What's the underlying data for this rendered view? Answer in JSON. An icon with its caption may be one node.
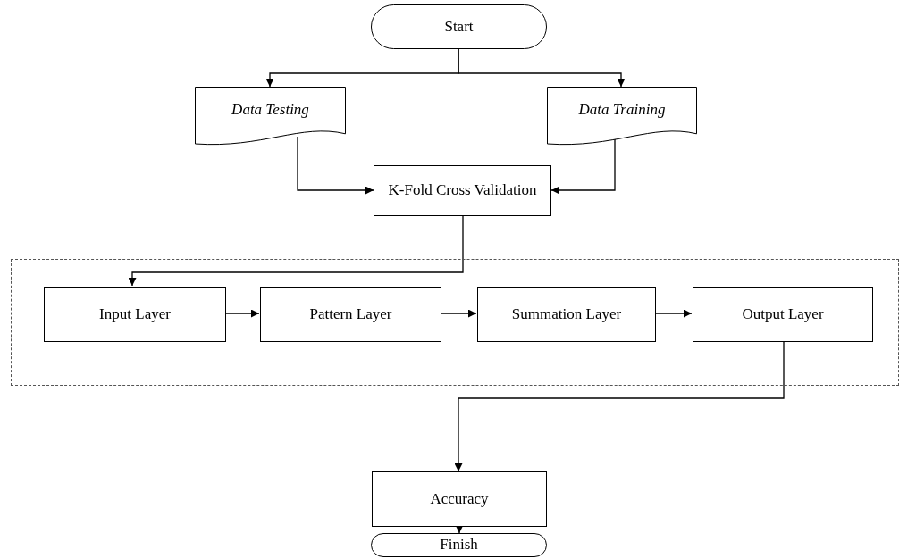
{
  "diagram": {
    "nodes": [
      {
        "text": [
          "Start"
        ]
      },
      {
        "text": [
          "Data Testing"
        ]
      },
      {
        "text": [
          "Data Training"
        ]
      },
      {
        "text": [
          "K-Fold Cross Validation"
        ]
      },
      {
        "text": [],
        "shape": "box"
      },
      {
        "text": [
          "Input Layer"
        ],
        "in": 4
      },
      {
        "text": [
          "Pattern Layer"
        ],
        "in": 4
      },
      {
        "text": [
          "Summation Layer"
        ],
        "in": 4
      },
      {
        "text": [
          "Output Layer"
        ],
        "in": 4
      },
      {
        "text": [
          "Accuracy"
        ]
      },
      {
        "text": [
          "Finish"
        ]
      }
    ],
    "edges": [
      {
        "from": 0,
        "to": 1,
        "arrow": "to"
      },
      {
        "from": 0,
        "to": 2,
        "arrow": "to"
      },
      {
        "from": 1,
        "to": 3,
        "arrow": "to"
      },
      {
        "from": 2,
        "to": 3,
        "arrow": "to"
      },
      {
        "from": 3,
        "to": 5,
        "arrow": "to"
      },
      {
        "from": 5,
        "to": 6,
        "arrow": "to"
      },
      {
        "from": 6,
        "to": 7,
        "arrow": "to"
      },
      {
        "from": 7,
        "to": 8,
        "arrow": "to"
      },
      {
        "from": 8,
        "to": 9,
        "arrow": "to"
      },
      {
        "from": 9,
        "to": 10,
        "arrow": "to"
      }
    ]
  }
}
